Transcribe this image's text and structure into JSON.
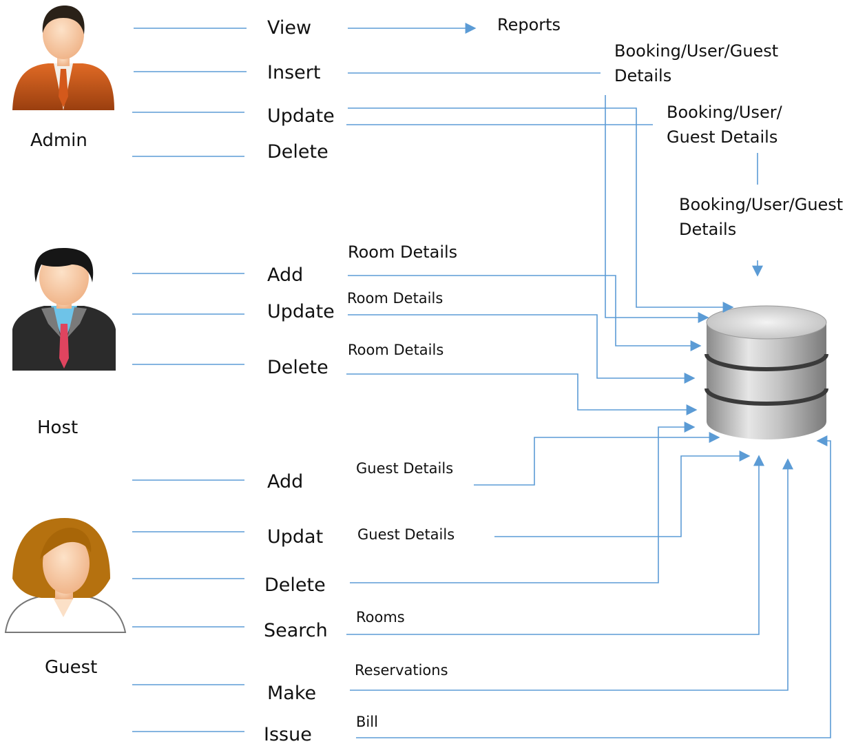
{
  "actors": {
    "admin": "Admin",
    "host": "Host",
    "guest": "Guest"
  },
  "admin_actions": {
    "view": "View",
    "insert": "Insert",
    "update": "Update",
    "delete": "Delete"
  },
  "host_actions": {
    "add": "Add",
    "update": "Update",
    "delete": "Delete"
  },
  "guest_actions": {
    "add": "Add",
    "update": "Updat",
    "delete": "Delete",
    "search": "Search",
    "make": "Make",
    "issue": "Issue"
  },
  "flow_labels": {
    "reports": "Reports",
    "insert_details_1": "Booking/User/Guest",
    "insert_details_2": "Details",
    "update_details_1": "Booking/User/",
    "update_details_2": "Guest Details",
    "delete_details_1": "Booking/User/Guest",
    "delete_details_2": "Details",
    "room_add": "Room Details",
    "room_update": "Room Details",
    "room_delete": "Room Details",
    "guest_add": "Guest Details",
    "guest_update": "Guest Details",
    "rooms": "Rooms",
    "reservations": "Reservations",
    "bill": "Bill"
  },
  "colors": {
    "line": "#5b9bd5",
    "admin_suit": "#c2571a",
    "host_suit": "#2b2b2b",
    "guest_hair": "#b5710f",
    "skin": "#f8c9a0",
    "database": "#b0b0b0"
  },
  "icons": {
    "admin": "admin-avatar-icon",
    "host": "host-avatar-icon",
    "guest": "guest-avatar-icon",
    "database": "database-icon"
  }
}
